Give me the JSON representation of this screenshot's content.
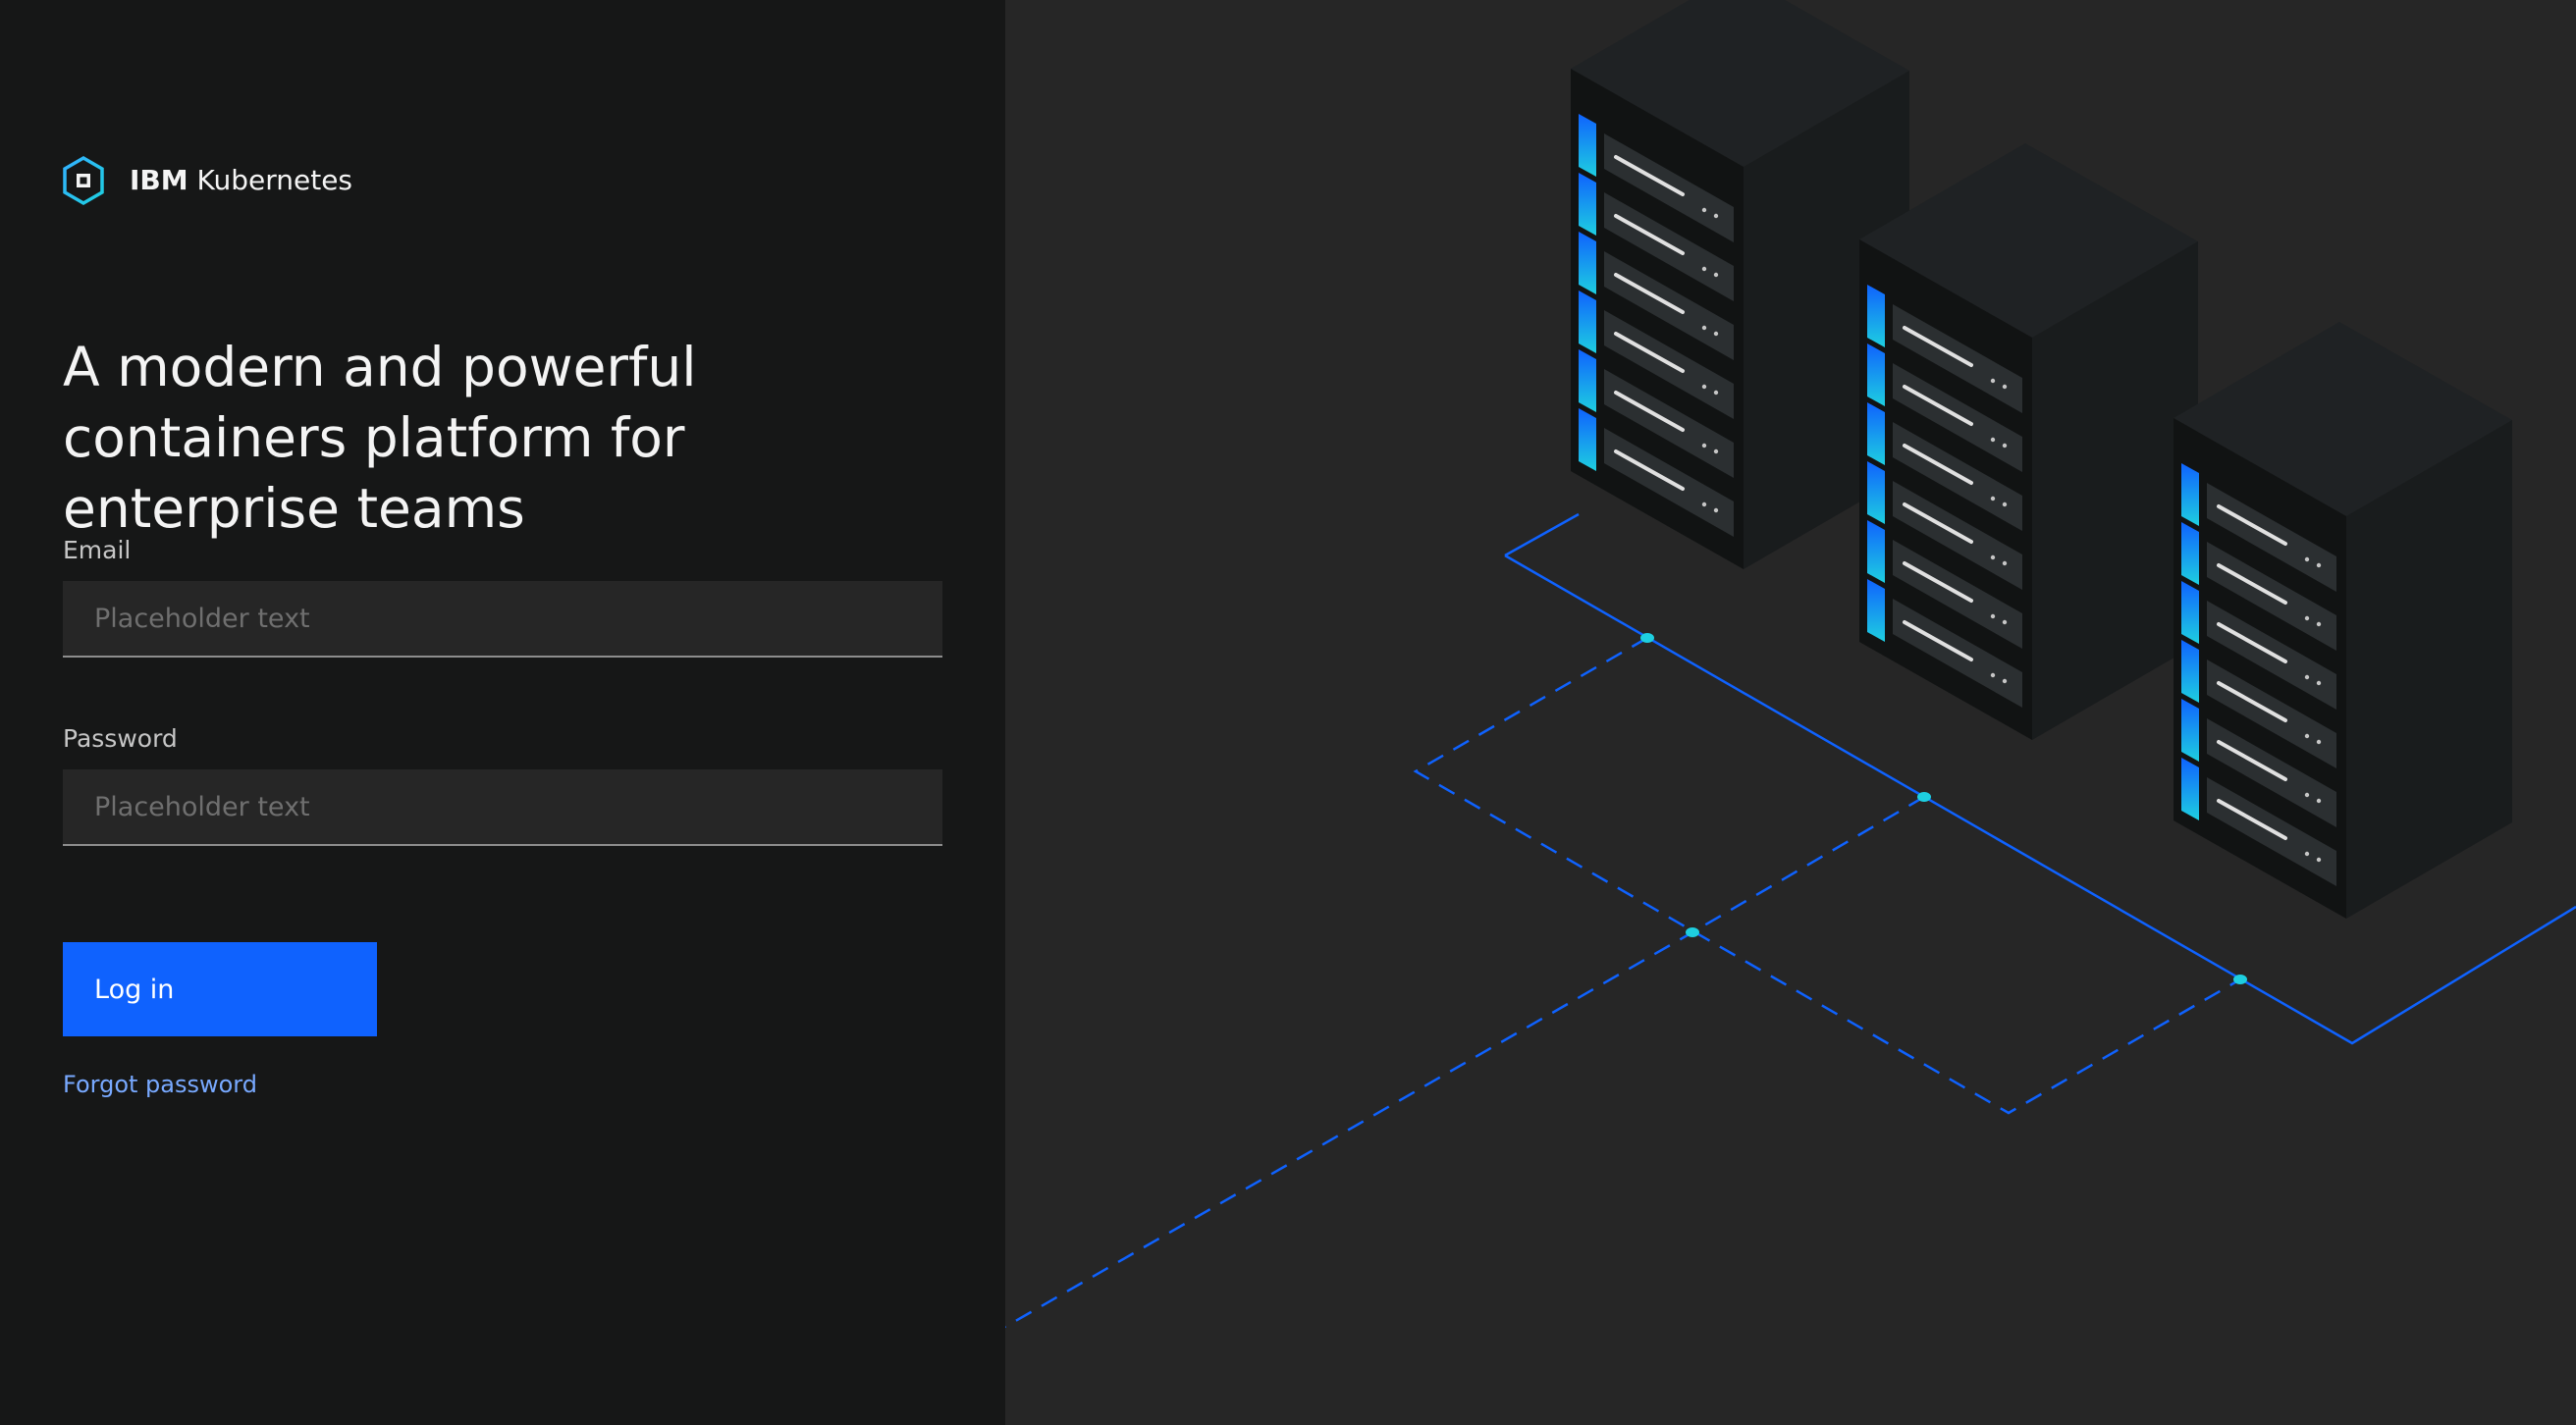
{
  "brand": {
    "logo_icon": "kubernetes-hexagon-icon",
    "name_strong": "IBM",
    "name_rest": " Kubernetes"
  },
  "hero": {
    "headline": "A modern and powerful containers platform for enterprise teams"
  },
  "form": {
    "email": {
      "label": "Email",
      "placeholder": "Placeholder text",
      "value": ""
    },
    "password": {
      "label": "Password",
      "placeholder": "Placeholder text",
      "value": ""
    },
    "login_label": "Log in",
    "forgot_label": "Forgot password"
  },
  "illustration": {
    "icon": "server-racks-illustration",
    "rack_count": 3,
    "slots_per_rack": 6
  },
  "colors": {
    "left_panel": "#161717",
    "right_panel": "#262626",
    "primary": "#0f62fe",
    "link": "#78a9ff",
    "accent_cyan": "#1ecfe0",
    "text_primary": "#f4f4f4"
  }
}
